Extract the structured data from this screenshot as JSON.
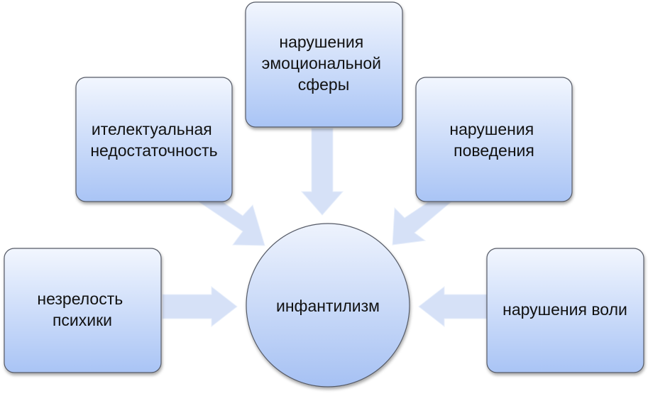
{
  "center": {
    "label": [
      "инфантилизм"
    ]
  },
  "nodes": [
    {
      "id": "immaturity",
      "label": [
        "незрелость",
        "психики"
      ]
    },
    {
      "id": "intellect",
      "label": [
        "ителектуальная",
        "недостаточность"
      ]
    },
    {
      "id": "emotion",
      "label": [
        "нарушения",
        "эмоциональной",
        "сферы"
      ]
    },
    {
      "id": "behavior",
      "label": [
        "нарушения",
        "поведения"
      ]
    },
    {
      "id": "will",
      "label": [
        "нарушения воли"
      ]
    }
  ],
  "colors": {
    "node_top": "#f2f6fe",
    "node_bottom": "#a9c4f5",
    "node_border": "#555a66",
    "arrow_fill": "#d6e1f7",
    "arrow_edge": "#e8effb",
    "text": "#111111"
  }
}
